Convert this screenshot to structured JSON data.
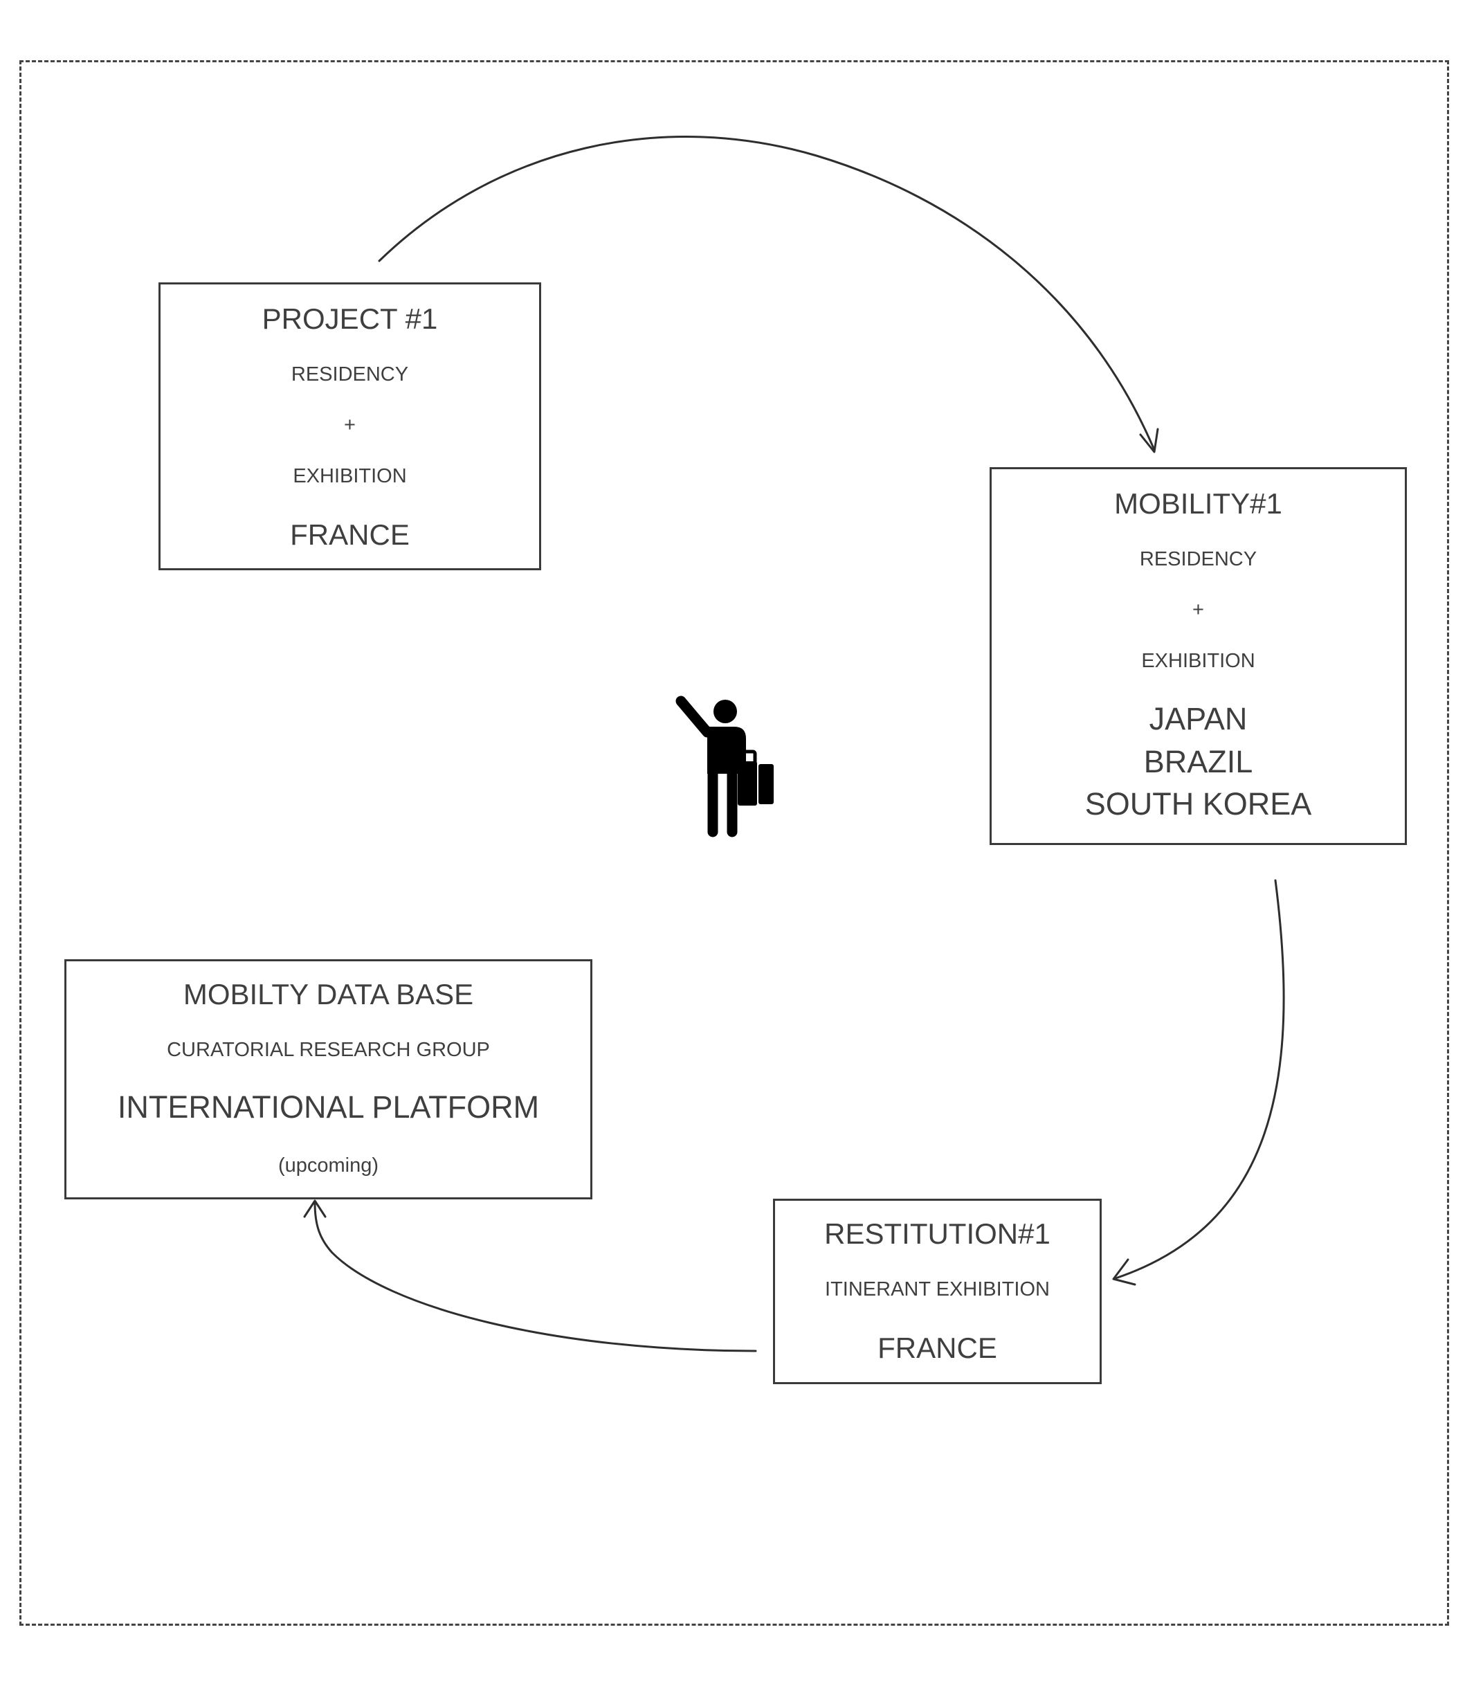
{
  "project": {
    "title": "PROJECT #1",
    "line1": "RESIDENCY",
    "plus": "+",
    "line2": "EXHIBITION",
    "place": "FRANCE"
  },
  "mobility": {
    "title": "MOBILITY#1",
    "line1": "RESIDENCY",
    "plus": "+",
    "line2": "EXHIBITION",
    "places": [
      "JAPAN",
      "BRAZIL",
      "SOUTH KOREA"
    ]
  },
  "database": {
    "title": "MOBILTY DATA BASE",
    "subtitle": "CURATORIAL RESEARCH GROUP",
    "platform": "INTERNATIONAL PLATFORM",
    "note": "(upcoming)"
  },
  "restitution": {
    "title": "RESTITUTION#1",
    "subtitle": "ITINERANT EXHIBITION",
    "place": "FRANCE"
  },
  "icons": {
    "center": "traveler-with-suitcase-icon"
  },
  "colors": {
    "text": "#3f3f3f",
    "stroke": "#2e2e2e",
    "icon": "#000000"
  }
}
